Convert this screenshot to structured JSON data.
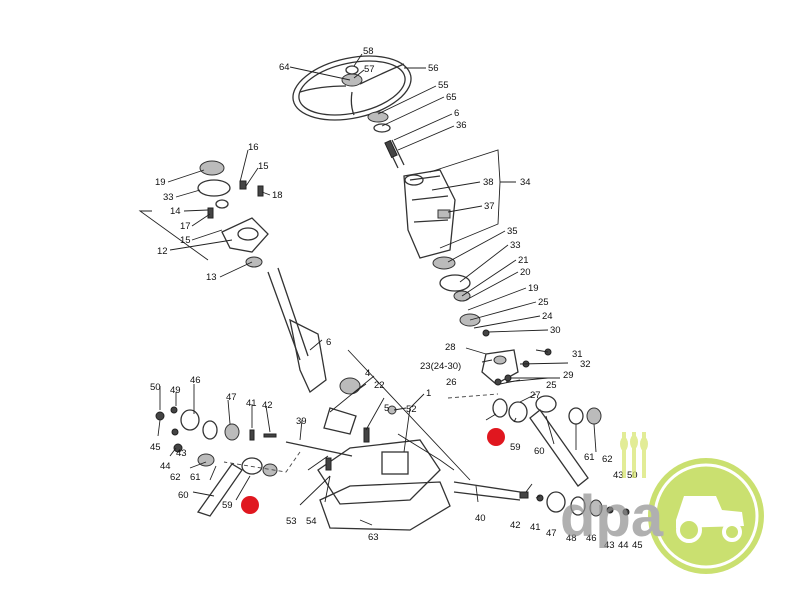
{
  "labels": {
    "l1": "1",
    "l4": "4",
    "l5": "5",
    "l6": "6",
    "l6b": "6",
    "l12": "12",
    "l13": "13",
    "l14": "14",
    "l15a": "15",
    "l15b": "15",
    "l16": "16",
    "l17": "17",
    "l18": "18",
    "l19a": "19",
    "l19b": "19",
    "l20": "20",
    "l21": "21",
    "l22": "22",
    "l23": "23(24-30)",
    "l24": "24",
    "l25a": "25",
    "l25b": "25",
    "l26": "26",
    "l27": "27",
    "l28": "28",
    "l29": "29",
    "l30": "30",
    "l31": "31",
    "l32": "32",
    "l33a": "33",
    "l33b": "33",
    "l34": "34",
    "l35": "35",
    "l36": "36",
    "l37": "37",
    "l38": "38",
    "l39": "39",
    "l40": "40",
    "l41a": "41",
    "l41b": "41",
    "l42a": "42",
    "l42b": "42",
    "l43a": "43",
    "l43b": "43",
    "l44a": "44",
    "l44b": "44",
    "l45a": "45",
    "l45b": "45",
    "l46": "46",
    "l47a": "47",
    "l47b": "47",
    "l48": "48",
    "l49": "49",
    "l50a": "50",
    "l50b": "50",
    "l52": "52",
    "l53": "53",
    "l54": "54",
    "l55": "55",
    "l56": "56",
    "l57": "57",
    "l58": "58",
    "l59a": "59",
    "l59b": "59",
    "l60a": "60",
    "l60b": "60",
    "l61a": "61",
    "l61b": "61",
    "l62a": "62",
    "l62b": "62",
    "l63": "63",
    "l64": "64",
    "l65": "65"
  },
  "watermark": {
    "text": "dpa"
  },
  "colors": {
    "accent": "#e0171f",
    "brand_green": "#b5d334",
    "brand_grey": "#8f8f8f"
  }
}
